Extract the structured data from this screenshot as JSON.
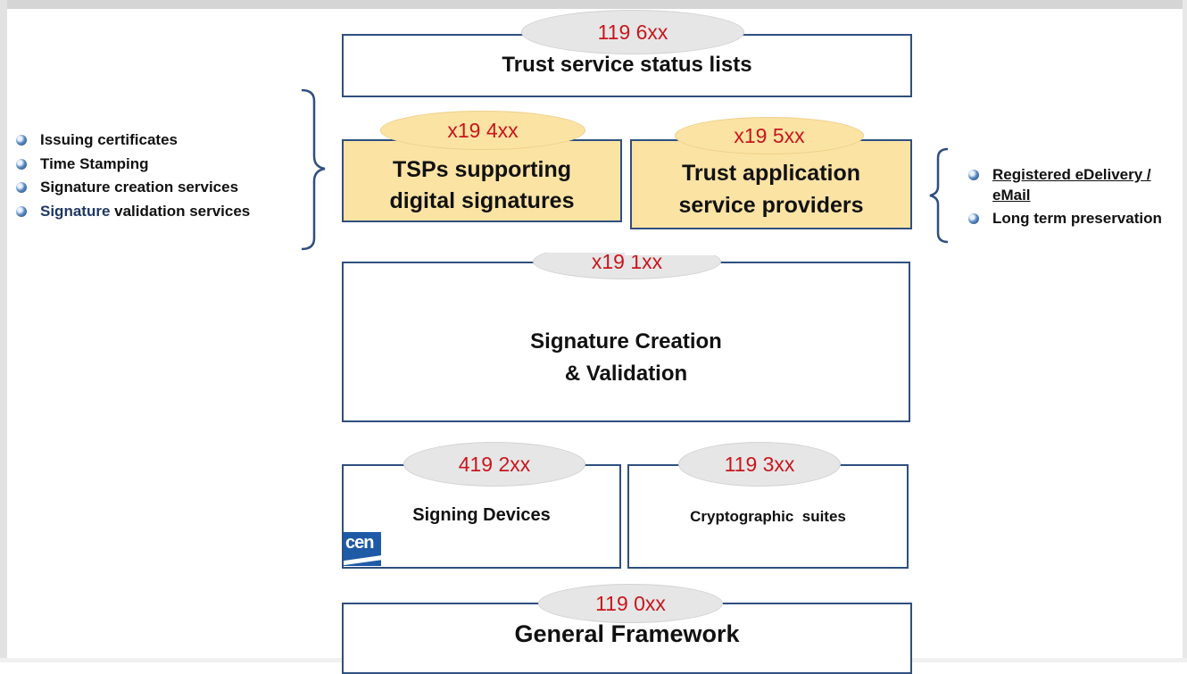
{
  "colors": {
    "box_border": "#2f4f7f",
    "highlight_fill": "#fbe3a4",
    "oval_fill": "#e6e6e6",
    "code_text": "#c8161d",
    "bullet": "#1e3f72",
    "slide_edge": "#d5d5d5"
  },
  "boxes": {
    "status_lists": {
      "code": "119 6xx",
      "title": "Trust service status lists"
    },
    "tsps": {
      "code": "x19 4xx",
      "title_line1": "TSPs supporting",
      "title_line2": "digital signatures"
    },
    "tasp": {
      "code": "x19 5xx",
      "title_line1": "Trust application",
      "title_line2": "service providers"
    },
    "creation": {
      "code": "x19 1xx",
      "title_line1": "Signature Creation",
      "title_line2": "& Validation"
    },
    "devices": {
      "code": "419 2xx",
      "title": "Signing Devices",
      "logo_text": "cen"
    },
    "crypto": {
      "code": "119 3xx",
      "title": "Cryptographic  suites"
    },
    "framework": {
      "code": "119 0xx",
      "title": "General Framework"
    }
  },
  "left_list": {
    "items": [
      {
        "label": "Issuing certificates"
      },
      {
        "label": "Time Stamping"
      },
      {
        "label": "Signature creation services"
      },
      {
        "label_part1": "Signature",
        "label_part2": " validation services"
      }
    ]
  },
  "right_list": {
    "items": [
      {
        "label_line1": "Registered eDelivery /",
        "label_line2": "eMail"
      },
      {
        "label": "Long term preservation"
      }
    ]
  }
}
